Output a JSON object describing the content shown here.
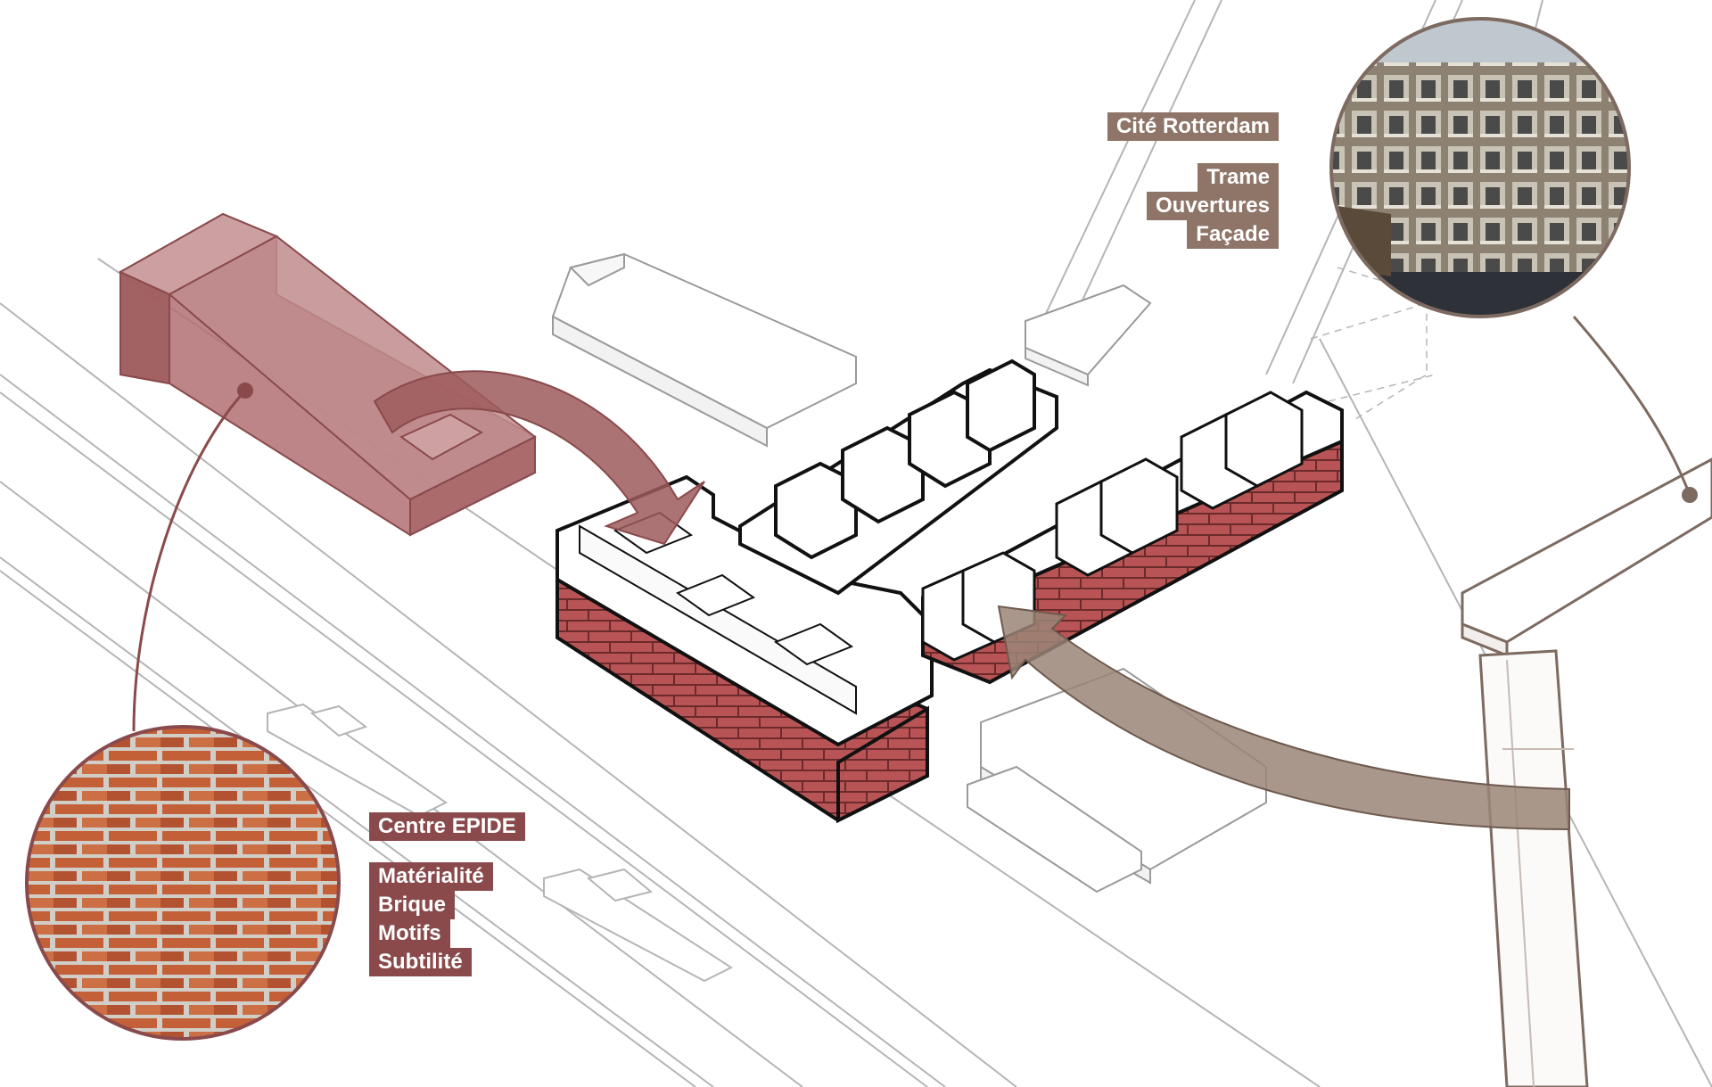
{
  "labels": {
    "epide_title": "Centre EPIDE",
    "epide_items": [
      "Matérialité",
      "Brique",
      "Motifs",
      "Subtilité"
    ],
    "rotterdam_title": "Cité Rotterdam",
    "rotterdam_items": [
      "Trame",
      "Ouvertures",
      "Façade"
    ]
  },
  "colors": {
    "brick_red": "#b85455",
    "epide_accent": "#8a4a4c",
    "rotterdam_accent": "#8f7568",
    "line_grey": "#b5b5b5"
  },
  "photos": {
    "brick": "brick-wall-photo",
    "facade": "rotterdam-facade-photo"
  }
}
